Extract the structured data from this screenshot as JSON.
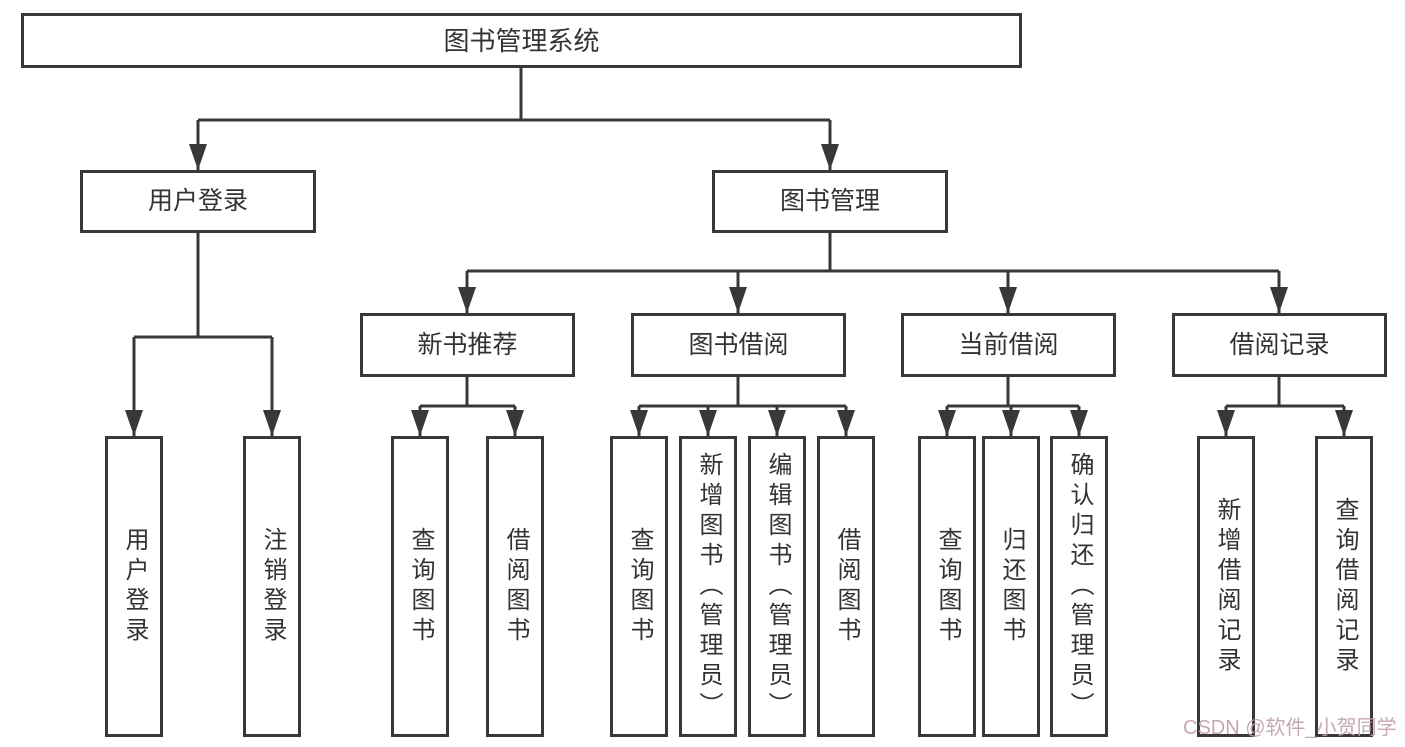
{
  "tree": {
    "label": "图书管理系统",
    "children": [
      {
        "label": "用户登录",
        "children": [
          {
            "label": "用户登录"
          },
          {
            "label": "注销登录"
          }
        ]
      },
      {
        "label": "图书管理",
        "children": [
          {
            "label": "新书推荐",
            "children": [
              {
                "label": "查询图书"
              },
              {
                "label": "借阅图书"
              }
            ]
          },
          {
            "label": "图书借阅",
            "children": [
              {
                "label": "查询图书"
              },
              {
                "label": "新增图书（管理员）"
              },
              {
                "label": "编辑图书（管理员）"
              },
              {
                "label": "借阅图书"
              }
            ]
          },
          {
            "label": "当前借阅",
            "children": [
              {
                "label": "查询图书"
              },
              {
                "label": "归还图书"
              },
              {
                "label": "确认归还（管理员）"
              }
            ]
          },
          {
            "label": "借阅记录",
            "children": [
              {
                "label": "新增借阅记录"
              },
              {
                "label": "查询借阅记录"
              }
            ]
          }
        ]
      }
    ]
  },
  "watermark": {
    "text": "CSDN @软件_小贺同学"
  },
  "colors": {
    "line": "#383838",
    "text": "#333333",
    "background": "#ffffff",
    "watermark": "#bfa0a7"
  }
}
